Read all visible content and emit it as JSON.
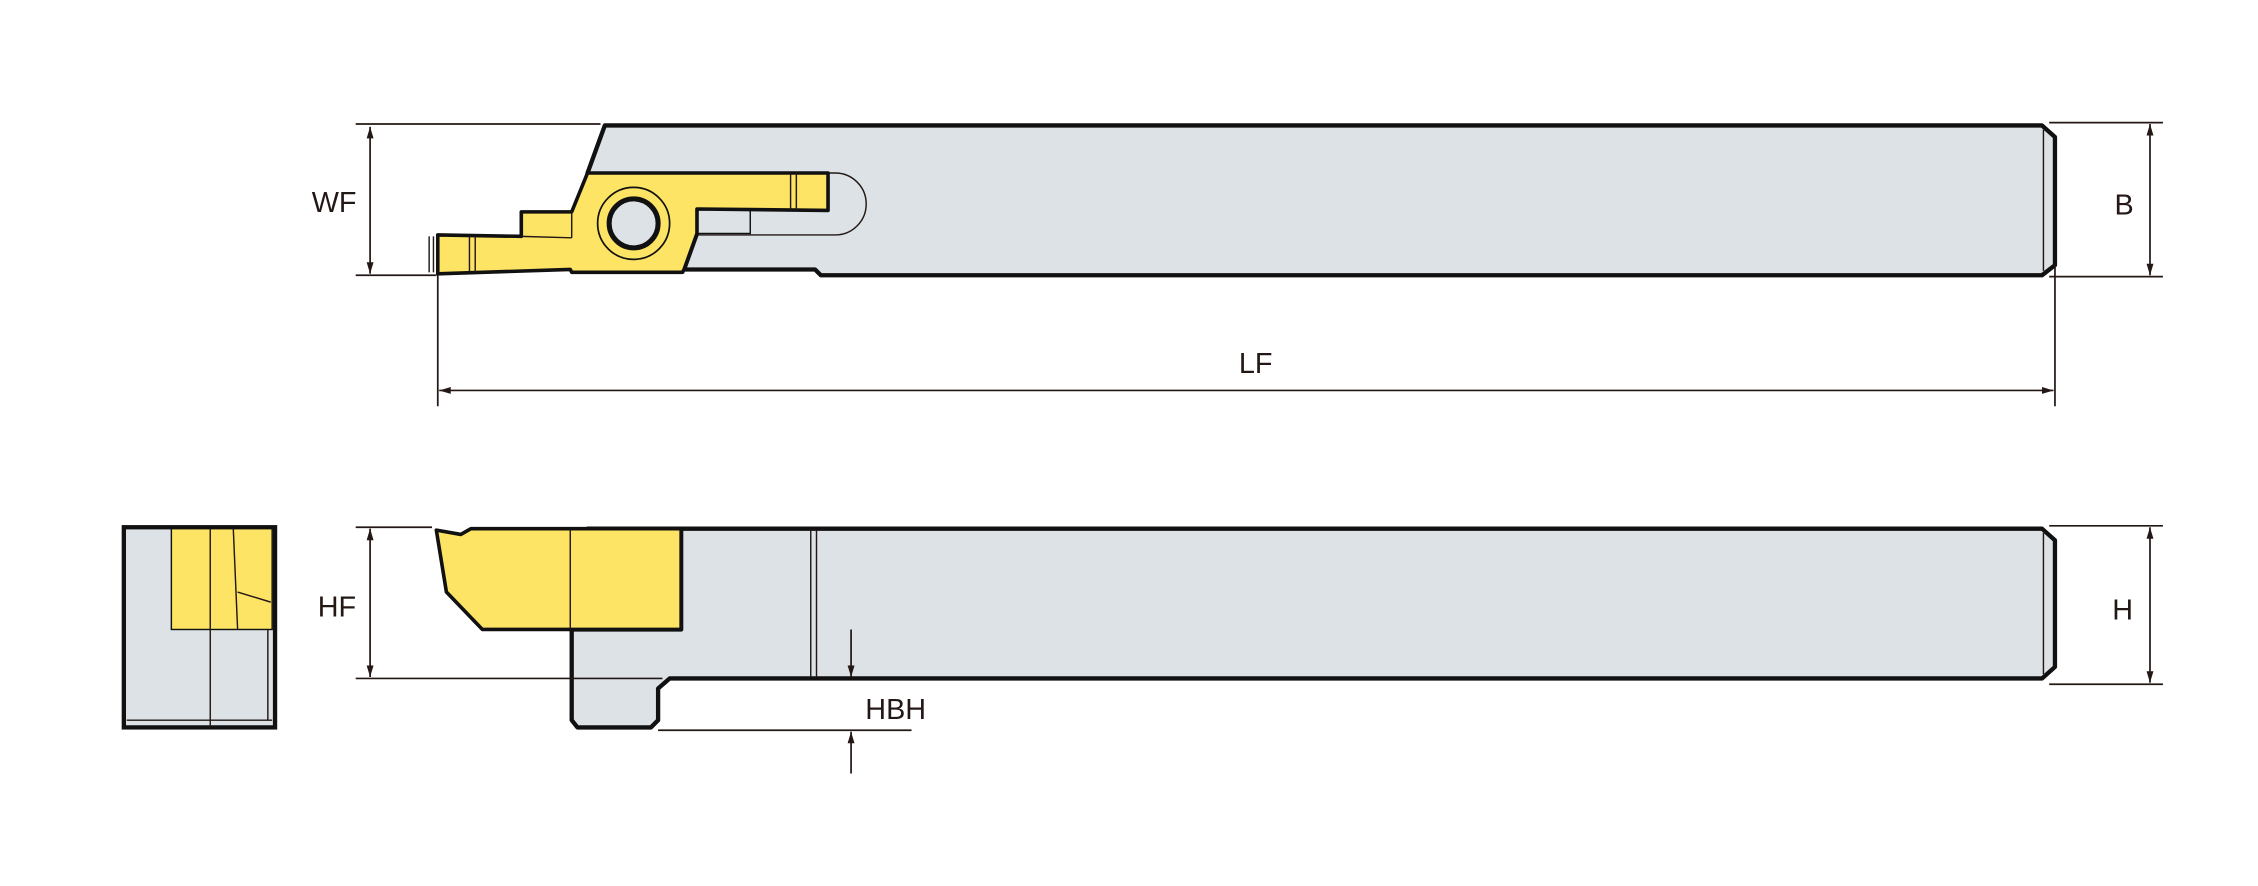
{
  "dimensions": {
    "wf": "WF",
    "b": "B",
    "lf": "LF",
    "hf": "HF",
    "h": "H",
    "hbh": "HBH"
  },
  "colors": {
    "body": "#dde2e6",
    "insert": "#fde464",
    "outline": "#111111"
  }
}
